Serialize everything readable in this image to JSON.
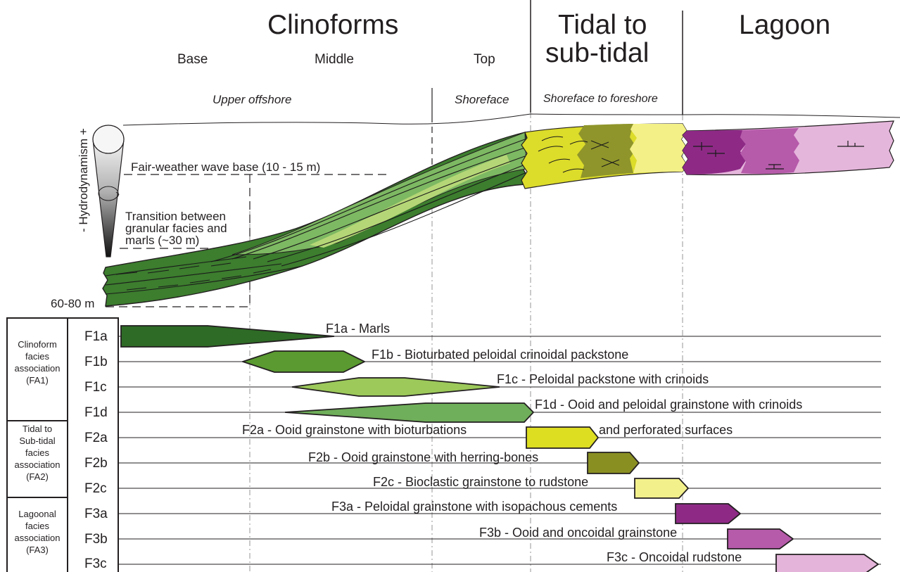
{
  "header": {
    "clinoforms": "Clinoforms",
    "tidal_line1": "Tidal to",
    "tidal_line2": "sub-tidal",
    "lagoon": "Lagoon",
    "base": "Base",
    "middle": "Middle",
    "top": "Top"
  },
  "zones": {
    "upper_offshore": "Upper offshore",
    "shoreface": "Shoreface",
    "shoreface_foreshore": "Shoreface to foreshore"
  },
  "annotations": {
    "hydrodynamism": "- Hydrodynamism +",
    "fair_weather": "Fair-weather wave base (10 - 15 m)",
    "transition_l1": "Transition between",
    "transition_l2": "granular facies and",
    "transition_l3": "marls (~30 m)",
    "depth": "60-80 m"
  },
  "associations": [
    {
      "lines": [
        "Clinoform",
        "facies",
        "association",
        "(FA1)"
      ]
    },
    {
      "lines": [
        "Tidal to",
        "Sub-tidal",
        "facies",
        "association",
        "(FA2)"
      ]
    },
    {
      "lines": [
        "Lagoonal",
        "facies",
        "association",
        "(FA3)"
      ]
    }
  ],
  "facies": [
    {
      "code": "F1a",
      "label": "F1a - Marls",
      "color": "#2e6b26"
    },
    {
      "code": "F1b",
      "label": "F1b - Bioturbated peloidal crinoidal packstone",
      "color": "#5a9a30"
    },
    {
      "code": "F1c",
      "label": "F1c - Peloidal packstone with crinoids",
      "color": "#9cc95a"
    },
    {
      "code": "F1d",
      "label": "F1d - Ooid and peloidal grainstone with crinoids",
      "color": "#6fae5a"
    },
    {
      "code": "F2a",
      "label": "F2a - Ooid grainstone with bioturbations",
      "label2": "and perforated surfaces",
      "color": "#dddd22"
    },
    {
      "code": "F2b",
      "label": "F2b - Ooid grainstone with herring-bones",
      "color": "#8a8f22"
    },
    {
      "code": "F2c",
      "label": "F2c - Bioclastic grainstone to rudstone",
      "color": "#f2f08a"
    },
    {
      "code": "F3a",
      "label": "F3a - Peloidal grainstone with isopachous cements",
      "color": "#8e2a86"
    },
    {
      "code": "F3b",
      "label": "F3b - Ooid and oncoidal grainstone",
      "color": "#b65aaa"
    },
    {
      "code": "F3c",
      "label": "F3c - Oncoidal rudstone",
      "color": "#e4b4da"
    }
  ]
}
